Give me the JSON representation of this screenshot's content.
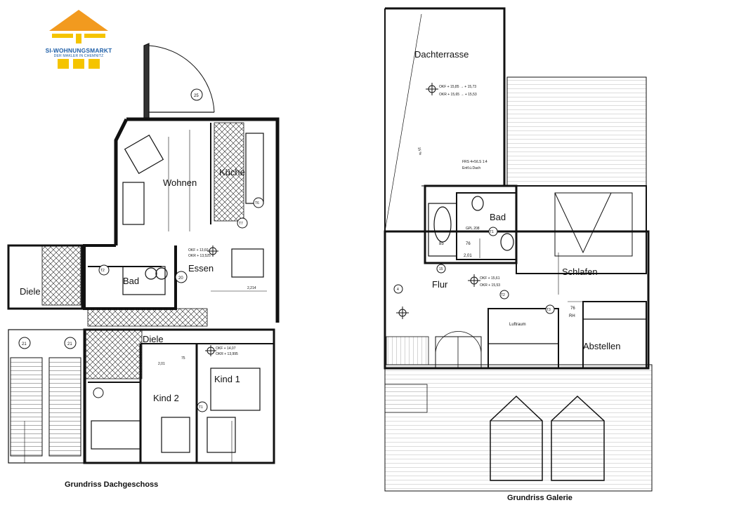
{
  "logo": {
    "main_text": "SI-WOHNUNGSMARKT",
    "sub_text": "DER MAKLER IN CHEMNITZ",
    "colors": {
      "roof": "#f29a1f",
      "bars": "#f5c400",
      "text": "#1f5fa8"
    }
  },
  "left_plan": {
    "caption": "Grundriss Dachgeschoss",
    "rooms": {
      "wohnen": "Wohnen",
      "kueche": "Küche",
      "essen": "Essen",
      "bad": "Bad",
      "diele_left": "Diele",
      "diele_center": "Diele",
      "kind1": "Kind 1",
      "kind2": "Kind 2"
    },
    "markers": {
      "m25": "25",
      "m20": "20",
      "m21a": "21",
      "m21b": "21",
      "t1": "T1",
      "t2": "T2",
      "t6": "T6",
      "t7": "T7"
    },
    "annotations": {
      "okf_essen": "OKF + 13,60",
      "okr_essen": "OKR + 13,525",
      "okf_diele": "OKF + 14,07",
      "okr_diele": "OKR + 13,995",
      "dim_2214": "2,214",
      "dim_201": "2,01",
      "dim_75": "75"
    }
  },
  "right_plan": {
    "caption": "Grundriss Galerie",
    "rooms": {
      "dachterrasse": "Dachterrasse",
      "bad": "Bad",
      "flur": "Flur",
      "schlafen": "Schlafen",
      "luftraum": "Luftraum",
      "abstellen": "Abstellen"
    },
    "annotations": {
      "okf_dt": "OKF + 15,85 → + 15,73",
      "okr_dt": "OKR + 15,65 → + 15,53",
      "okf_flur": "OKF + 15,61",
      "okr_flur": "OKR + 15,53",
      "dim_85": "85",
      "dim_76": "76",
      "dim_201": "2,01",
      "dim_rh": "RH",
      "dim_76b": "76",
      "pct": "15 %",
      "frs": "FRS 4+5/LS 1:4",
      "entf": "Entf.ü.Dach",
      "gpl": "GPL 208"
    },
    "markers": {
      "m4": "4",
      "m15": "15",
      "t2": "T2",
      "t1": "T1",
      "t3": "T3"
    }
  }
}
